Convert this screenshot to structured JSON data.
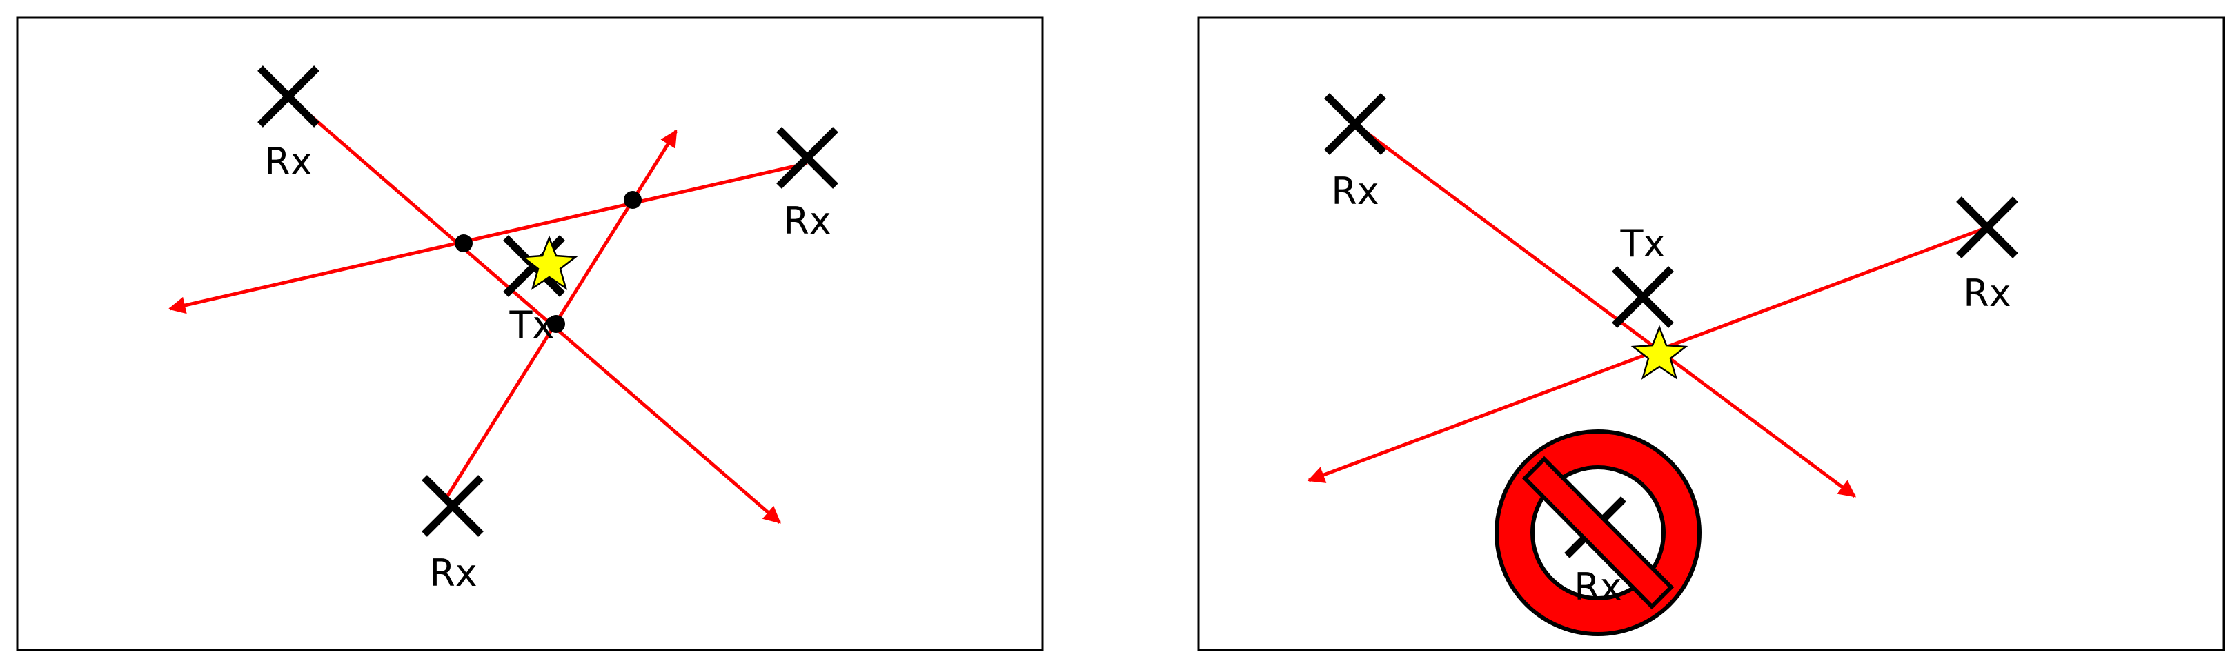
{
  "colors": {
    "ray": "#ff0000",
    "star": "#ffff00",
    "blocked": "#ff0000",
    "marker": "#000000"
  },
  "panels": [
    {
      "receivers": [
        {
          "label": "Rx"
        },
        {
          "label": "Rx"
        },
        {
          "label": "Rx"
        }
      ],
      "transmitter": {
        "label": "Tx"
      },
      "intersections_marked": 3,
      "estimated_position_icon": "star-icon"
    },
    {
      "receivers": [
        {
          "label": "Rx"
        },
        {
          "label": "Rx"
        },
        {
          "label": "Rx",
          "blocked": true,
          "blocked_icon": "prohibited-icon"
        }
      ],
      "transmitter": {
        "label": "Tx"
      },
      "estimated_position_icon": "star-icon"
    }
  ]
}
